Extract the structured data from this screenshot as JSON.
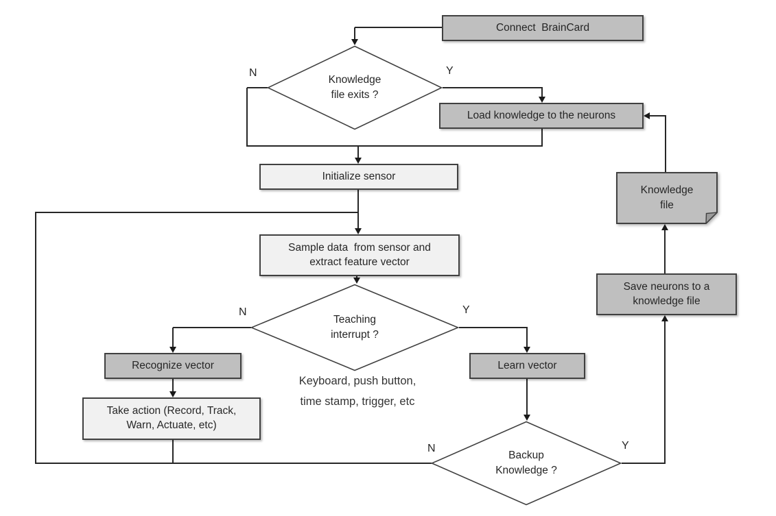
{
  "diagram": {
    "title": "BrainCard learning and recognition flowchart",
    "colors": {
      "background": "#ffffff",
      "node_gray_fill": "#bfbfbf",
      "node_light_fill": "#f1f1f1",
      "node_border": "#404040",
      "connector_line": "#262626",
      "text": "#262626"
    },
    "nodes": {
      "connect_braincard": {
        "label": "Connect  BrainCard"
      },
      "knowledge_file_exists": {
        "label": "Knowledge\nfile exits ?"
      },
      "load_knowledge": {
        "label": "Load knowledge to the neurons"
      },
      "initialize_sensor": {
        "label": "Initialize sensor"
      },
      "sample_data": {
        "label": "Sample data  from sensor and\nextract feature vector"
      },
      "teaching_interrupt": {
        "label": "Teaching\ninterrupt ?"
      },
      "recognize_vector": {
        "label": "Recognize vector"
      },
      "take_action": {
        "label": "Take action (Record, Track,\nWarn, Actuate, etc)"
      },
      "learn_vector": {
        "label": "Learn vector"
      },
      "backup_knowledge": {
        "label": "Backup\nKnowledge ?"
      },
      "save_neurons": {
        "label": "Save neurons to a\nknowledge file"
      },
      "knowledge_file": {
        "label": "Knowledge\nfile"
      }
    },
    "branches": {
      "exists_no": "N",
      "exists_yes": "Y",
      "teaching_no": "N",
      "teaching_yes": "Y",
      "backup_no": "N",
      "backup_yes": "Y"
    },
    "annotation": {
      "text": "Keyboard, push button,\ntime stamp, trigger, etc"
    }
  }
}
